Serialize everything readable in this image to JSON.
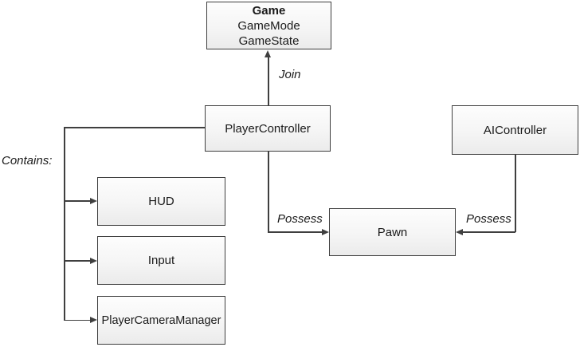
{
  "diagram": {
    "type": "flowchart",
    "subject": "game-framework-class-relationships"
  },
  "nodes": {
    "game": {
      "title": "Game",
      "line2": "GameMode",
      "line3": "GameState"
    },
    "playerController": {
      "label": "PlayerController"
    },
    "aiController": {
      "label": "AIController"
    },
    "pawn": {
      "label": "Pawn"
    },
    "hud": {
      "label": "HUD"
    },
    "input": {
      "label": "Input"
    },
    "playerCameraManager": {
      "label": "PlayerCameraManager"
    }
  },
  "labels": {
    "join": "Join",
    "possess_left": "Possess",
    "possess_right": "Possess",
    "contains": "Contains:"
  },
  "colors": {
    "border": "#3f3f3f",
    "line": "#3f3f3f",
    "box_fill_top": "#fdfdfd",
    "box_fill_bottom": "#ebebeb",
    "text": "#1a1a1a",
    "background": "#ffffff"
  }
}
